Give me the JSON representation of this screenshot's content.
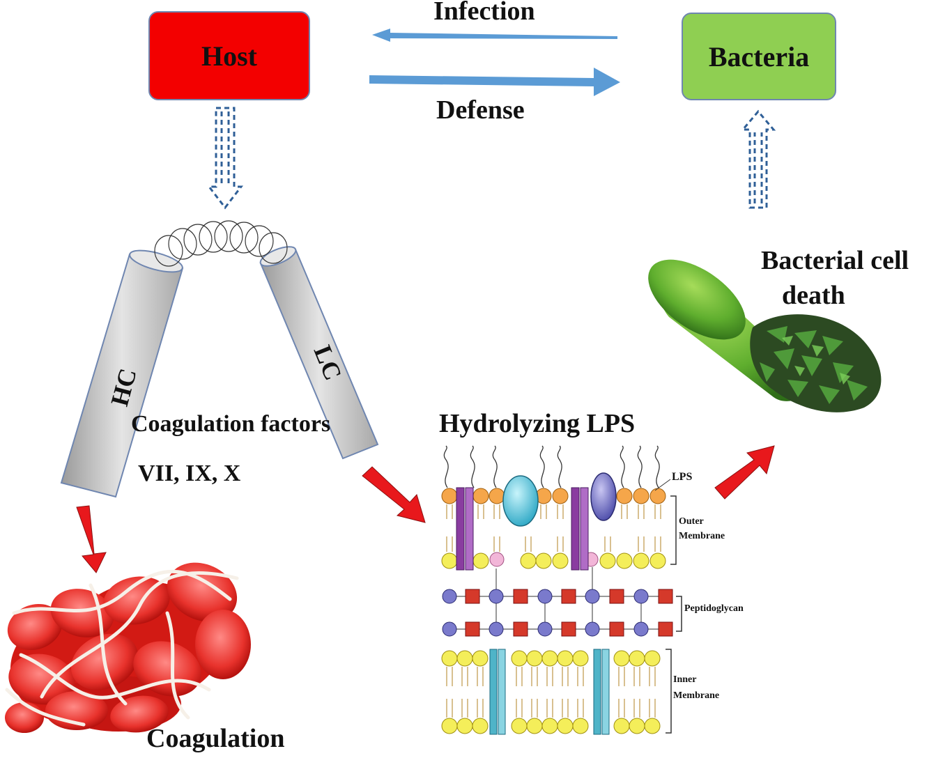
{
  "nodes": {
    "host": "Host",
    "bacteria": "Bacteria"
  },
  "arrows": {
    "infection": "Infection",
    "defense": "Defense"
  },
  "protease": {
    "heavy_chain": "HC",
    "light_chain": "LC",
    "factors_title": "Coagulation factors",
    "factors_list": "VII, IX, X"
  },
  "outcomes": {
    "coagulation": "Coagulation",
    "hydrolyzing": "Hydrolyzing LPS",
    "cell_death_line1": "Bacterial cell",
    "cell_death_line2": "death"
  },
  "membrane_labels": {
    "lps": "LPS",
    "outer_1": "Outer",
    "outer_2": "Membrane",
    "peptidoglycan": "Peptidoglycan",
    "inner_1": "Inner",
    "inner_2": "Membrane"
  },
  "colors": {
    "host": "#f30000",
    "bacteria": "#8fcf52",
    "blue_arrow": "#5b9bd5",
    "red_arrow": "#e8181c",
    "chain_fill": "#c8c8c8"
  }
}
